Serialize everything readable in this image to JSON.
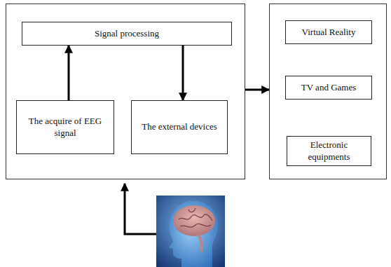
{
  "diagram": {
    "nodes": [
      {
        "text": []
      },
      {
        "text": [
          "Signal processing"
        ],
        "in": 0
      },
      {
        "text": [
          "The acquire of EEG signal"
        ],
        "in": 0
      },
      {
        "text": [
          "The external devices"
        ],
        "in": 0
      },
      {
        "text": []
      },
      {
        "text": [
          "Virtual Reality"
        ],
        "in": 4
      },
      {
        "text": [
          "TV and Games"
        ],
        "in": 4
      },
      {
        "text": [
          "Electronic equipments"
        ],
        "in": 4
      }
    ],
    "edges": [
      {
        "from": 2,
        "to": 1,
        "arrow": "to"
      },
      {
        "from": 1,
        "to": 3,
        "arrow": "to"
      },
      {
        "from": 0,
        "to": 4,
        "arrow": "to"
      }
    ]
  }
}
